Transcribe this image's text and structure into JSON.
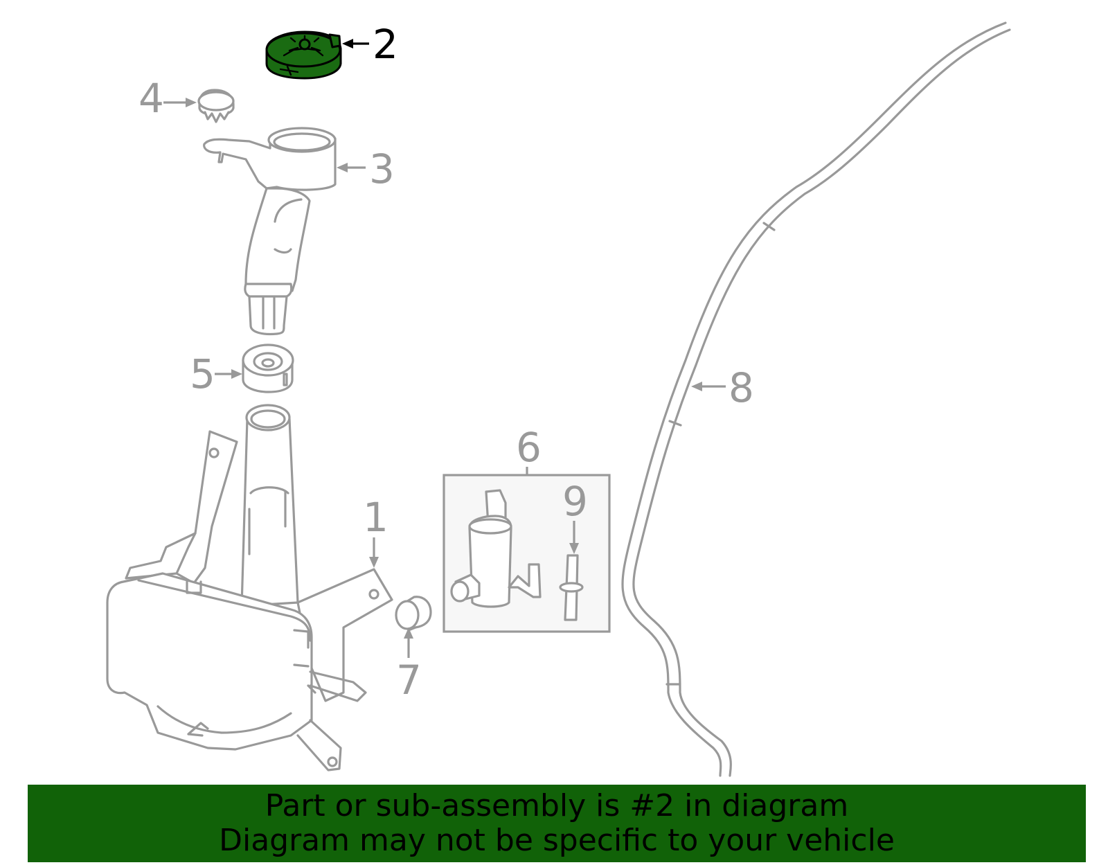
{
  "highlight_color": "#1a6b12",
  "banner_color": "#116208",
  "line_color": "#999999",
  "callouts": {
    "c1": "1",
    "c2": "2",
    "c3": "3",
    "c4": "4",
    "c5": "5",
    "c6": "6",
    "c7": "7",
    "c8": "8",
    "c9": "9"
  },
  "highlighted_part": "2",
  "banner": {
    "line1": "Part or sub-assembly is #2 in diagram",
    "line2": "Diagram may not be specific to your vehicle"
  }
}
